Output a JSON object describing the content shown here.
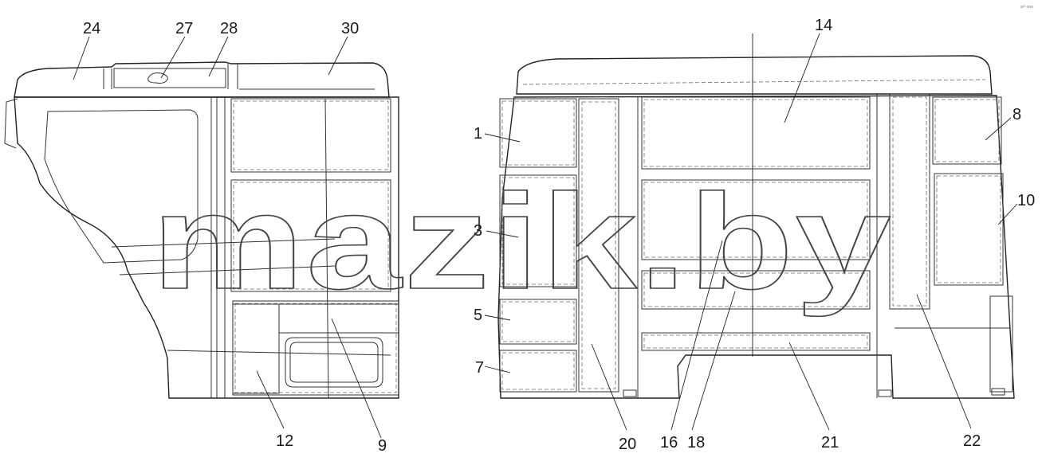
{
  "watermark": "mazik.by",
  "corner_text": "a²² ооо",
  "labels": {
    "l24": "24",
    "l27": "27",
    "l28": "28",
    "l30": "30",
    "l12": "12",
    "l9": "9",
    "l14": "14",
    "l1": "1",
    "l3": "3",
    "l5": "5",
    "l7": "7",
    "l8": "8",
    "l10": "10",
    "l20": "20",
    "l16": "16",
    "l18": "18",
    "l21": "21",
    "l22": "22"
  }
}
